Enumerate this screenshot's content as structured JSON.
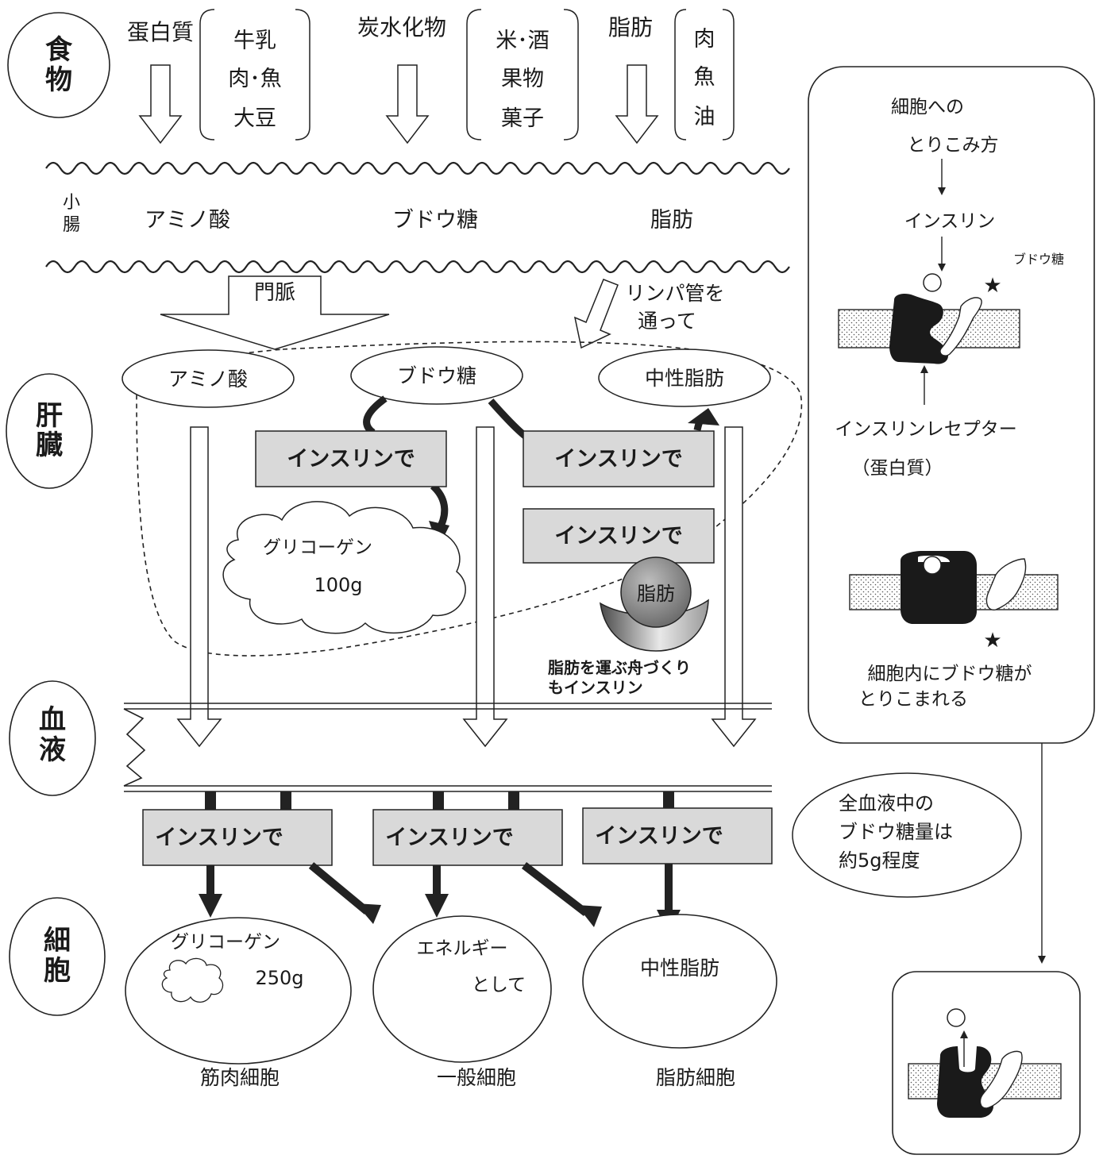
{
  "stages": {
    "food": [
      "食",
      "物"
    ],
    "liver": [
      "肝",
      "臓"
    ],
    "blood": [
      "血",
      "液"
    ],
    "cell": [
      "細",
      "胞"
    ]
  },
  "food": {
    "protein": "蛋白質",
    "protein_items": [
      "牛乳",
      "肉･魚",
      "大豆"
    ],
    "carb": "炭水化物",
    "carb_items": [
      "米･酒",
      "果物",
      "菓子"
    ],
    "fat": "脂肪",
    "fat_items": [
      "肉",
      "魚",
      "油"
    ]
  },
  "intestine": {
    "label": [
      "小",
      "腸"
    ],
    "amino": "アミノ酸",
    "glucose": "ブドウ糖",
    "fat": "脂肪"
  },
  "routes": {
    "portal": "門脈",
    "lymph": [
      "リンパ管を",
      "通って"
    ]
  },
  "liver": {
    "amino": "アミノ酸",
    "glucose": "ブドウ糖",
    "tg": "中性脂肪",
    "insulin1": "インスリンで",
    "insulin2": "インスリンで",
    "insulin3": "インスリンで",
    "glycogen": "グリコーゲン",
    "glycogen_amount": "100g",
    "fat_ball": "脂肪",
    "boat_note": [
      "脂肪を運ぶ舟づくり",
      "もインスリン"
    ]
  },
  "cells": {
    "insulin1": "インスリンで",
    "insulin2": "インスリンで",
    "insulin3": "インスリンで",
    "glycogen": "グリコーゲン",
    "glycogen_amount": "250g",
    "energy": [
      "エネルギー",
      "として"
    ],
    "tg": "中性脂肪",
    "muscle": "筋肉細胞",
    "general": "一般細胞",
    "adipose": "脂肪細胞"
  },
  "blood_note": [
    "全血液中の",
    "ブドウ糖量は",
    "約5g程度"
  ],
  "side_panel": {
    "title": [
      "細胞への",
      "とりこみ方"
    ],
    "insulin": "インスリン",
    "glucose": "ブドウ糖",
    "receptor": "インスリンレセプター",
    "receptor_sub": "（蛋白質）",
    "caption": [
      "細胞内にブドウ糖が",
      "とりこまれる"
    ]
  }
}
